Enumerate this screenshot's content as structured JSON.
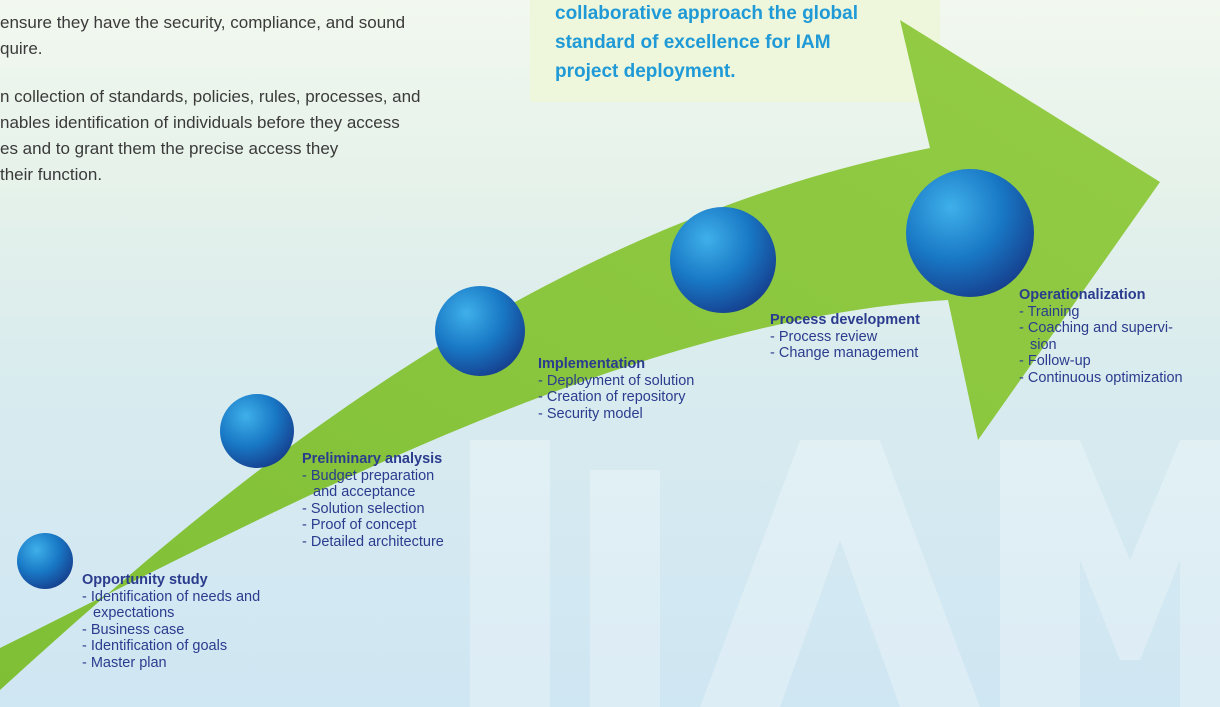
{
  "intro": {
    "lines": [
      "ensure they have the security, compliance, and sound",
      "quire.",
      "n collection of standards, policies, rules, processes, and",
      "nables identification of individuals before they access",
      "es and to grant them the precise access they",
      "their function."
    ]
  },
  "quote": {
    "lines": [
      "collaborative approach the global",
      "standard of excellence for IAM",
      "project deployment."
    ]
  },
  "colors": {
    "arrow": "#8cc63f",
    "circle": "#1a7cc7",
    "title_text": "#2b3c8e",
    "quote_text": "#1f9ad6"
  },
  "stages": [
    {
      "title": "Opportunity study",
      "items": [
        "- Identification of needs and",
        "expectations",
        "- Business case",
        "- Identification of goals",
        "- Master plan"
      ]
    },
    {
      "title": "Preliminary analysis",
      "items": [
        "- Budget preparation",
        "and acceptance",
        "- Solution selection",
        "- Proof of concept",
        "- Detailed architecture"
      ]
    },
    {
      "title": "Implementation",
      "items": [
        "- Deployment of solution",
        "- Creation of repository",
        "- Security model"
      ]
    },
    {
      "title": "Process development",
      "items": [
        "- Process review",
        "- Change management"
      ]
    },
    {
      "title": "Operationalization",
      "items": [
        "- Training",
        "- Coaching and supervi-",
        "sion",
        "- Follow-up",
        "- Continuous optimization"
      ]
    }
  ]
}
